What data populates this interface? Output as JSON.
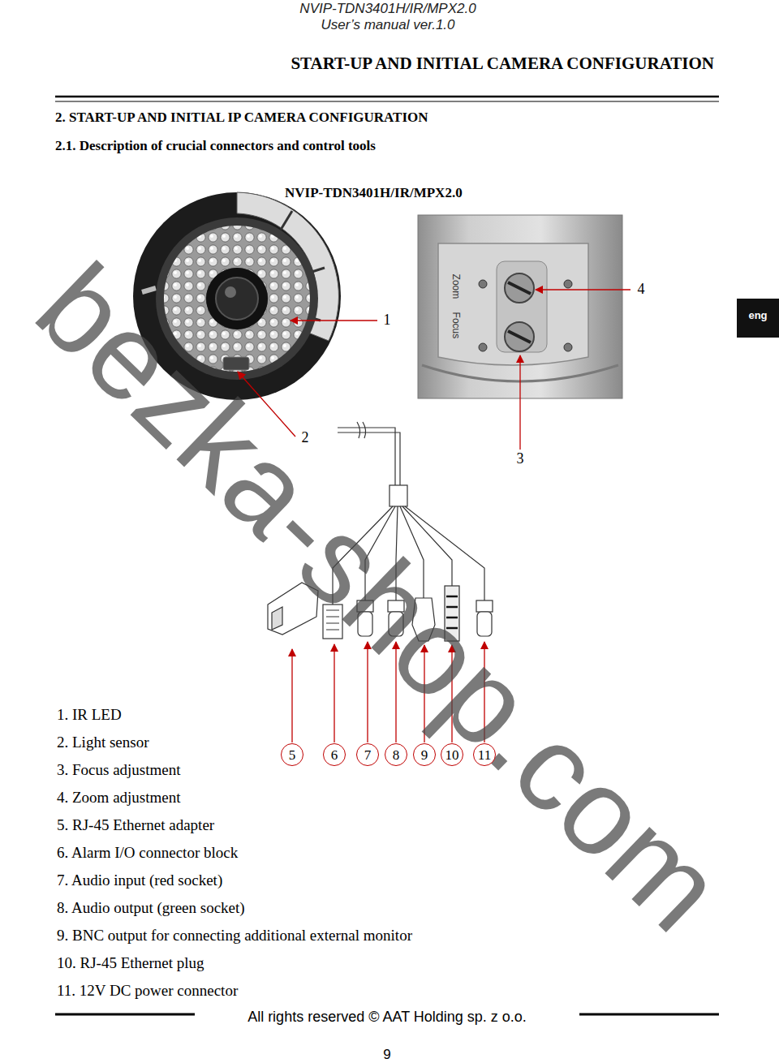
{
  "diagram": {
    "title": "2. START-UP AND INITIAL IP CAMERA CONFIGURATION",
    "nodes": [
      {
        "text": [
          "5"
        ]
      },
      {
        "text": [
          "6"
        ]
      },
      {
        "text": [
          "7"
        ]
      },
      {
        "text": [
          "8"
        ]
      },
      {
        "text": [
          "9"
        ]
      },
      {
        "text": [
          "10"
        ]
      },
      {
        "text": [
          "11"
        ]
      }
    ],
    "labels": [
      "NVIP-TDN3401H/IR/MPX2.0",
      "User’s manual ver.1.0",
      "START-UP AND INITIAL CAMERA CONFIGURATION",
      "eng",
      "2.1. Description of crucial connectors and control tools",
      "NVIP-TDN3401H/IR/MPX2.0",
      "1",
      "4",
      "2",
      "3",
      "1. IR LED",
      "2. Light sensor",
      "3. Focus adjustment",
      "4. Zoom adjustment",
      "5. RJ-45 Ethernet adapter",
      "6. Alarm I/O connector block",
      "7. Audio input (red socket)",
      "8. Audio output (green socket)",
      "9. BNC output for connecting additional external monitor",
      "10. RJ-45 Ethernet plug",
      "11. 12V DC power connector",
      "All rights reserved © AAT Holding sp. z o.o.",
      "9",
      "bezka-shop.com",
      "Zoom",
      "Focus"
    ]
  }
}
